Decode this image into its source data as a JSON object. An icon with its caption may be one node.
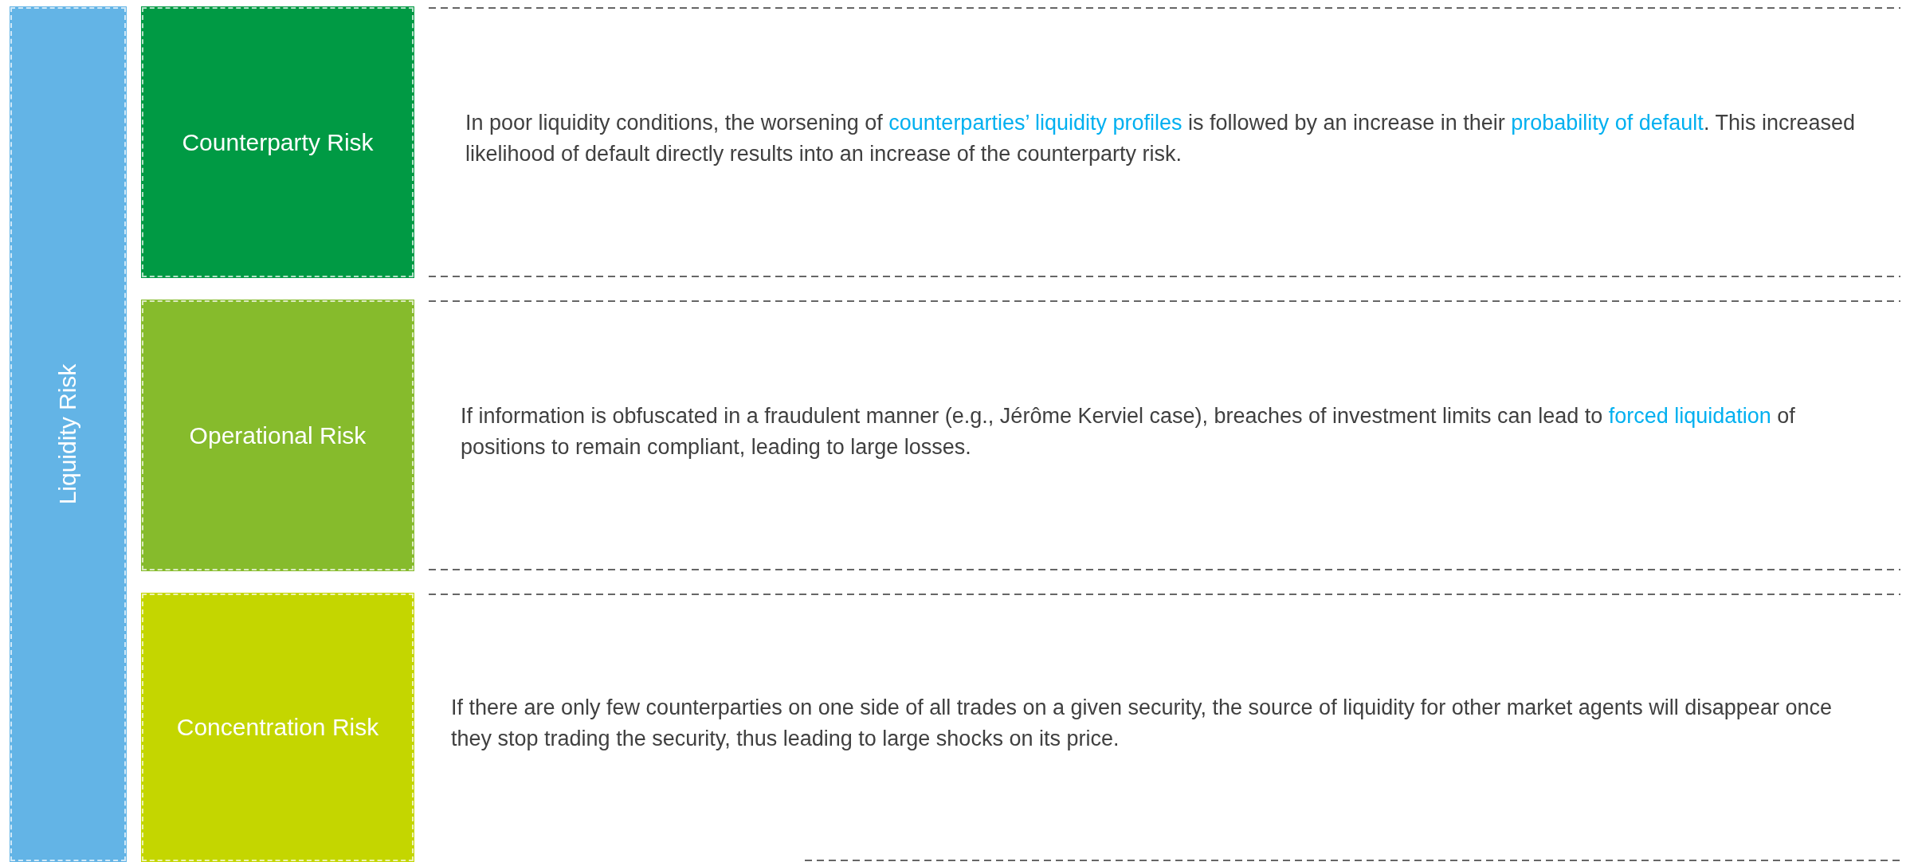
{
  "diagram": {
    "nodes": [
      {
        "text": [
          "Liquidity Risk"
        ]
      },
      {
        "text": [
          "Counterparty Risk"
        ],
        "beside": [
          "In poor liquidity conditions, the worsening of **counterparties’ liquidity profiles** is followed by an increase in their **probability of default**. This increased likelihood of default directly results into an increase of the counterparty risk."
        ]
      },
      {
        "text": [
          "Operational Risk"
        ],
        "beside": [
          "If information is obfuscated in a fraudulent manner (e.g., Jérôme Kerviel case), breaches of investment limits can lead to **forced liquidation** of positions to remain compliant, leading to large losses."
        ]
      },
      {
        "text": [
          "Concentration Risk"
        ],
        "beside": [
          "If there are only few counterparties on one side of all trades on a given security, the source of liquidity for other market agents will disappear once they stop trading the security, thus leading to large shocks on its price."
        ]
      }
    ]
  }
}
